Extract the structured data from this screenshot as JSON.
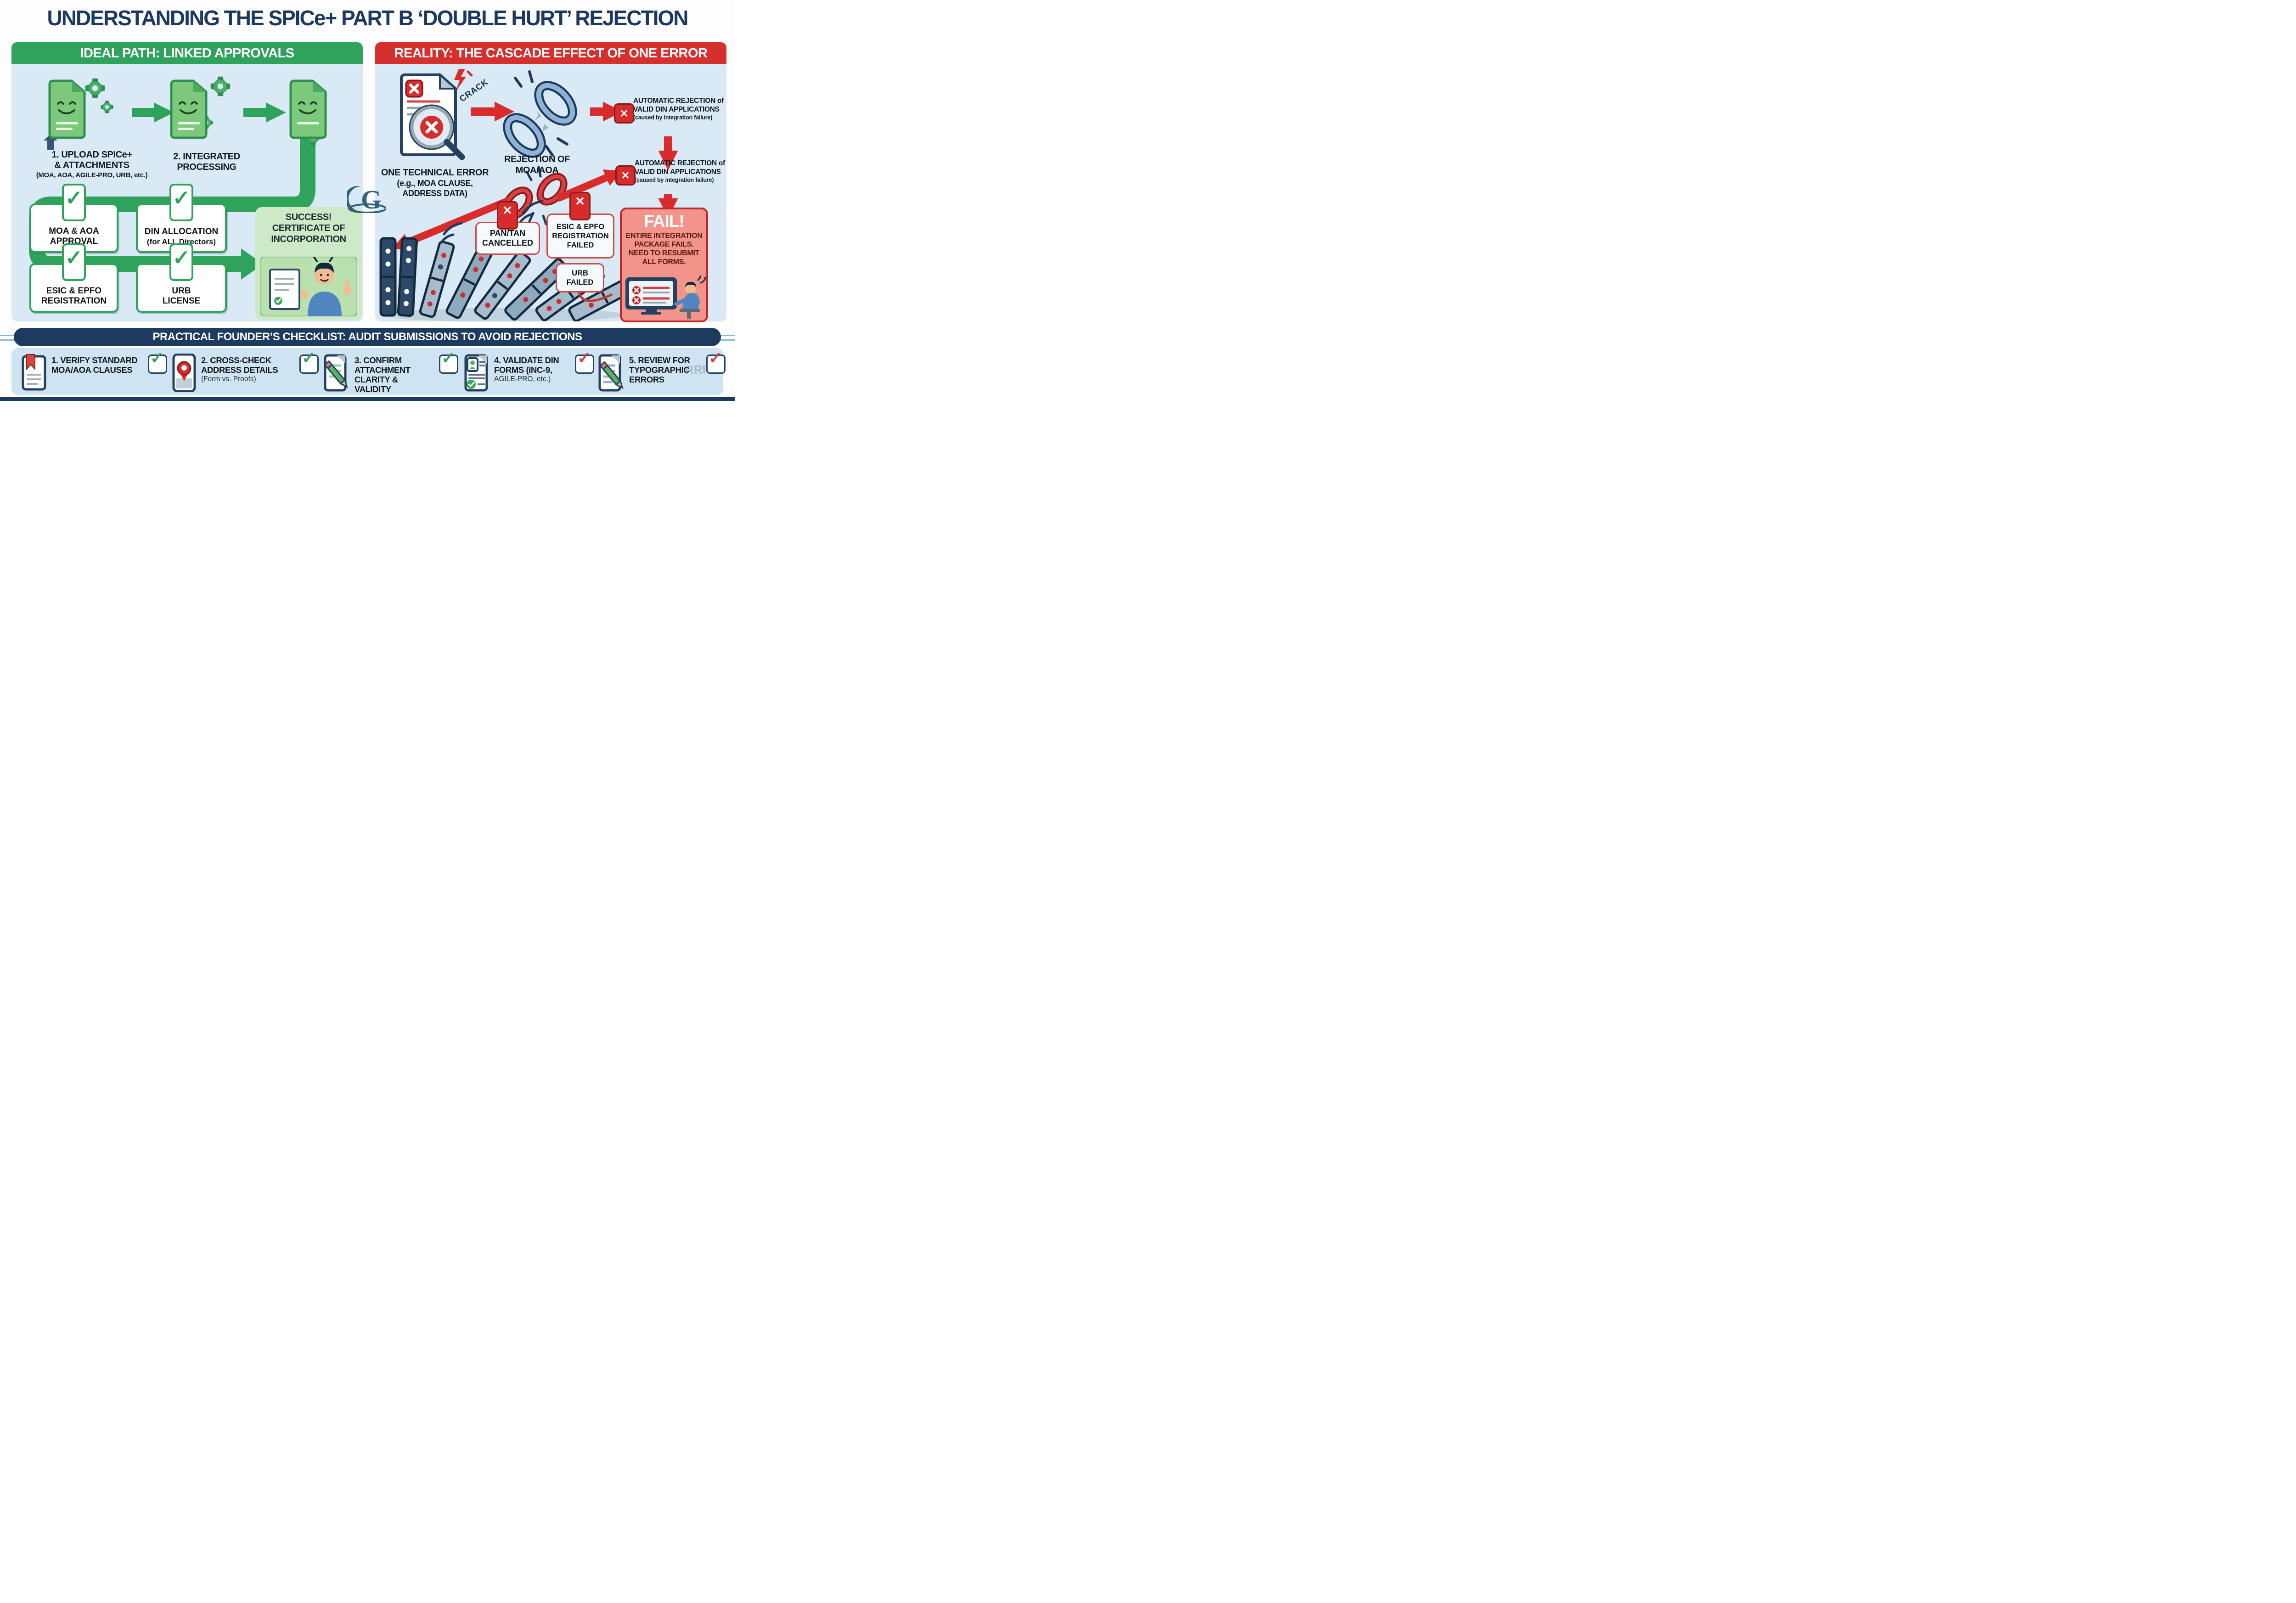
{
  "title": "UNDERSTANDING THE SPICe+ PART B ‘DOUBLE HURT’ REJECTION",
  "glyphs": {
    "check": "✓",
    "x": "✕"
  },
  "watermark": {
    "letter": "G",
    "garble": "RRI"
  },
  "left_panel": {
    "header": "IDEAL PATH: LINKED APPROVALS",
    "step1_line1": "1. UPLOAD SPICe+",
    "step1_line2": "& ATTACHMENTS",
    "step1_note": "(MOA, AOA, AGILE-PRO, URB, etc.)",
    "step2_line1": "2. INTEGRATED",
    "step2_line2": "PROCESSING",
    "approval_boxes": [
      {
        "line1": "MOA & AOA",
        "line2": "APPROVAL"
      },
      {
        "line1": "DIN ALLOCATION",
        "line2": "(for ALL Directors)"
      },
      {
        "line1": "ESIC & EPFO",
        "line2": "REGISTRATION"
      },
      {
        "line1": "URB",
        "line2": "LICENSE"
      }
    ],
    "success_line1": "SUCCESS!",
    "success_line2": "CERTIFICATE OF",
    "success_line3": "INCORPORATION"
  },
  "right_panel": {
    "header": "REALITY: THE CASCADE EFFECT OF ONE ERROR",
    "crack_label": "CRACK",
    "error_line1": "ONE TECHNICAL ERROR",
    "error_line2": "(e.g., MOA CLAUSE,",
    "error_line3": "ADDRESS DATA)",
    "rejection_line1": "REJECTION OF",
    "rejection_line2": "MOA/AOA",
    "auto_rejection_1": {
      "line1": "AUTOMATIC REJECTION of",
      "line2": "VALID DIN APPLICATIONS",
      "note": "(caused by integration failure)"
    },
    "auto_rejection_2": {
      "line1": "AUTOMATIC REJECTION of",
      "line2": "VALID DIN APPLICATIONS",
      "note": "(caused by integration failure)"
    },
    "pan_tan": {
      "line1": "PAN/TAN",
      "line2": "CANCELLED"
    },
    "esic": {
      "line1": "ESIC & EPFO",
      "line2": "REGISTRATION",
      "line3": "FAILED"
    },
    "urb": {
      "line1": "URB",
      "line2": "FAILED"
    },
    "fail_title": "FAIL!",
    "fail_line1": "ENTIRE INTEGRATION",
    "fail_line2": "PACKAGE FAILS.",
    "fail_line3": "NEED TO RESUBMIT",
    "fail_line4": "ALL FORMS."
  },
  "checklist": {
    "header": "PRACTICAL FOUNDER’S CHECKLIST: AUDIT SUBMISSIONS TO AVOID REJECTIONS",
    "items": [
      {
        "line1": "1. VERIFY STANDARD",
        "line2": "MOA/AOA CLAUSES",
        "line3": "",
        "note": "",
        "icon": "clipboard-bookmark-icon",
        "check": "green"
      },
      {
        "line1": "2. CROSS-CHECK",
        "line2": "ADDRESS DETAILS",
        "line3": "",
        "note": "(Form vs. Proofs)",
        "icon": "phone-location-icon",
        "check": "green"
      },
      {
        "line1": "3. CONFIRM",
        "line2": "ATTACHMENT",
        "line3": "CLARITY & VALIDITY",
        "note": "",
        "icon": "document-pencil-icon",
        "check": "green"
      },
      {
        "line1": "4. VALIDATE DIN",
        "line2": "FORMS (INC-9,",
        "line3": "AGILE-PRO, etc.)",
        "note": "",
        "icon": "din-form-icon",
        "check": "red"
      },
      {
        "line1": "5. REVIEW FOR",
        "line2": "TYPOGRAPHIC",
        "line3": "ERRORS",
        "note": "",
        "icon": "document-pencil-icon",
        "check": "red"
      }
    ]
  },
  "colors": {
    "green": "#2fa35c",
    "red": "#d6302e",
    "navy": "#1d3a5f",
    "panel_blue": "#d9eaf6",
    "salmon": "#f2948a",
    "title_navy": "#1c3a5e"
  }
}
